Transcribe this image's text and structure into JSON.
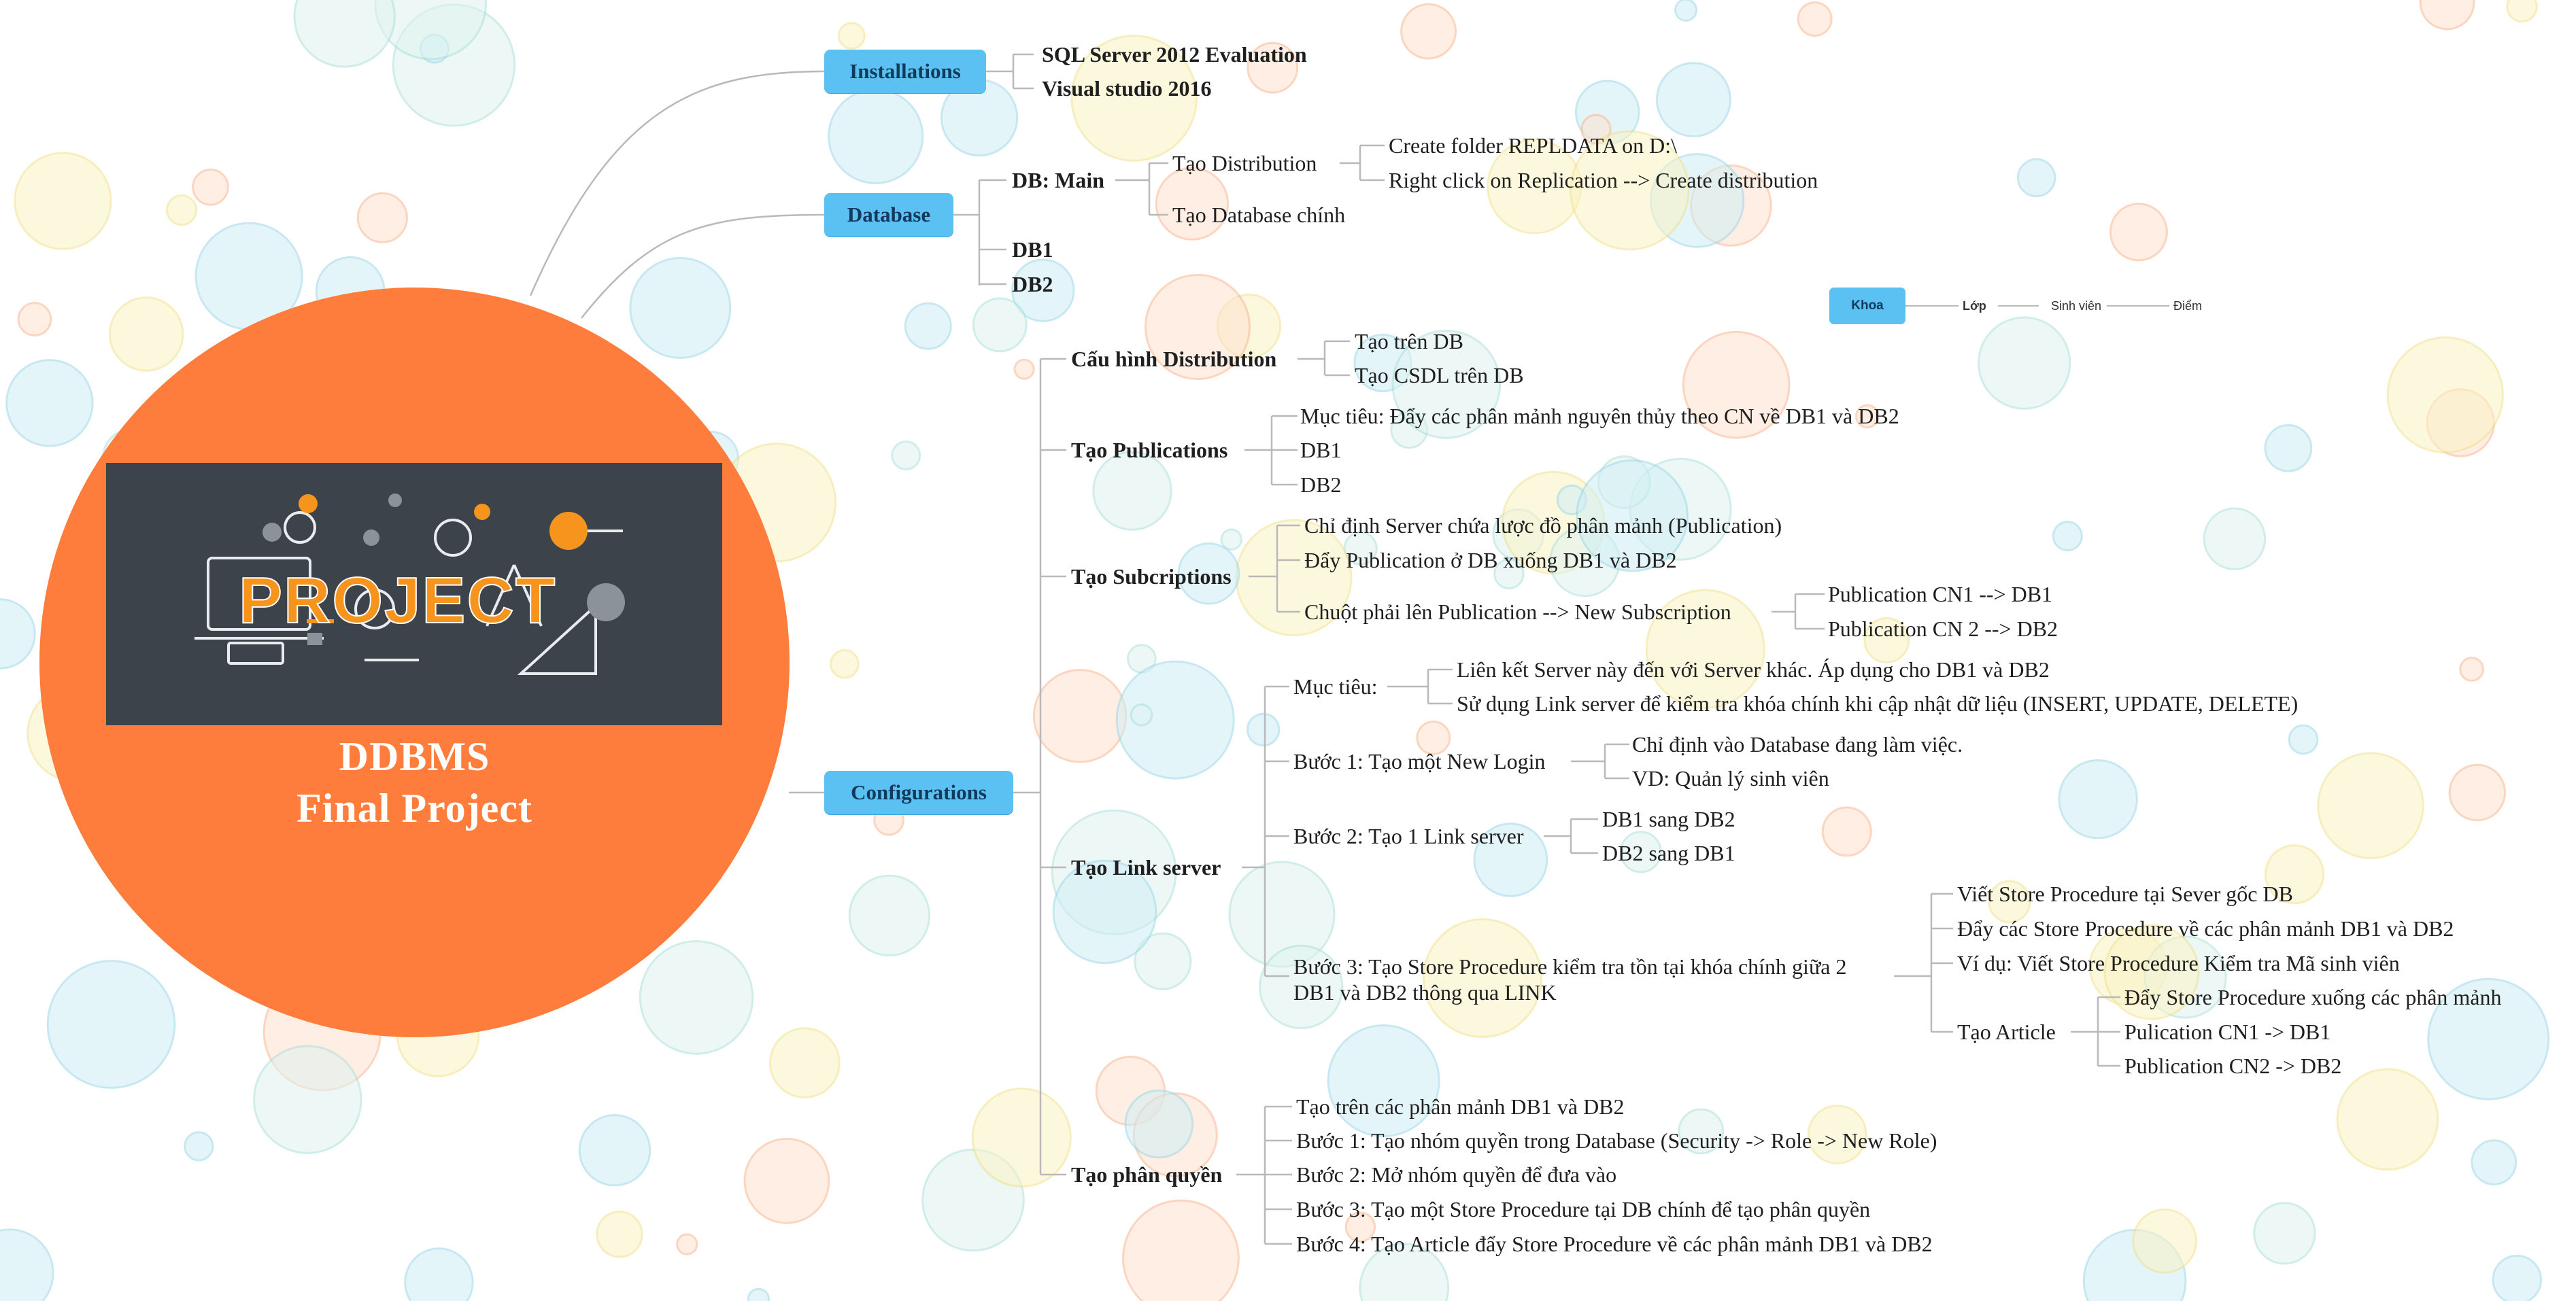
{
  "colors": {
    "accent": "#5bc0f2",
    "center": "#ff7d3c",
    "banner": "#3c434b",
    "line": "#b9b9b9"
  },
  "center": {
    "banner_word": "PROJECT",
    "title_line1": "DDBMS",
    "title_line2": "Final Project"
  },
  "installations": {
    "label": "Installations",
    "items": [
      "SQL Server 2012 Evaluation",
      "Visual studio 2016"
    ]
  },
  "database": {
    "label": "Database",
    "main": "DB: Main",
    "main_children": {
      "tao_distribution": "Tạo Distribution",
      "distribution_steps": [
        "Create folder REPLDATA on D:\\",
        "Right click on Replication --> Create distribution"
      ],
      "tao_database_chinh": "Tạo Database chính"
    },
    "db1": "DB1",
    "db2": "DB2"
  },
  "legend": {
    "khoa": "Khoa",
    "lop": "Lớp",
    "sinh_vien": "Sinh viên",
    "diem": "Điểm"
  },
  "configurations": {
    "label": "Configurations",
    "cau_hinh": {
      "label": "Cấu hình Distribution",
      "items": [
        "Tạo trên DB",
        "Tạo CSDL trên DB"
      ]
    },
    "publications": {
      "label": "Tạo Publications",
      "items": [
        "Mục tiêu: Đẩy các phân mảnh nguyên thủy theo CN về DB1 và DB2",
        "DB1",
        "DB2"
      ]
    },
    "subcriptions": {
      "label": "Tạo Subcriptions",
      "items": [
        "Chỉ định Server chứa lược đồ phân mảnh (Publication)",
        "Đẩy Publication ở DB xuống DB1 và DB2",
        "Chuột phải lên Publication --> New Subscription"
      ],
      "sub_items": [
        "Publication CN1 --> DB1",
        "Publication CN 2 --> DB2"
      ]
    },
    "link_server": {
      "label": "Tạo Link server",
      "muc_tieu": "Mục tiêu:",
      "muc_tieu_items": [
        "Liên kết Server này đến với Server khác. Áp dụng cho DB1 và DB2",
        "Sử dụng Link server để kiểm tra khóa chính khi cập nhật dữ liệu (INSERT, UPDATE, DELETE)"
      ],
      "buoc1": "Bước 1: Tạo một New Login",
      "buoc1_items": [
        "Chỉ định vào Database đang làm việc.",
        "VD: Quản lý sinh viên"
      ],
      "buoc2": "Bước 2: Tạo 1 Link server",
      "buoc2_items": [
        "DB1 sang DB2",
        "DB2 sang DB1"
      ],
      "buoc3_line1": "Bước 3: Tạo Store Procedure kiểm tra tồn tại khóa chính giữa 2",
      "buoc3_line2": "DB1 và DB2 thông qua LINK",
      "buoc3_items": [
        "Viết Store Procedure tại Sever gốc DB",
        "Đẩy các Store Procedure về các phân mảnh DB1 và DB2",
        "Ví dụ: Viết Store Procedure  Kiểm tra Mã sinh viên"
      ],
      "tao_article": "Tạo Article",
      "tao_article_items": [
        "Đẩy Store Procedure xuống các phân mảnh",
        "Pulication CN1 -> DB1",
        "Publication CN2 -> DB2"
      ]
    },
    "phan_quyen": {
      "label": "Tạo phân quyền",
      "items": [
        "Tạo trên các phân mảnh DB1 và DB2",
        "Bước 1: Tạo nhóm quyền trong Database (Security -> Role -> New Role)",
        "Bước 2: Mở nhóm quyền để đưa vào",
        "Bước 3: Tạo một Store Procedure tại DB chính để tạo phân quyền",
        "Bước 4: Tạo Article đẩy Store Procedure về các phân mảnh DB1 và DB2"
      ]
    }
  }
}
